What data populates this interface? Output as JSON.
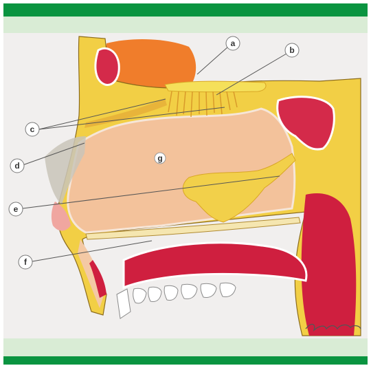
{
  "labels": {
    "a": "a",
    "b": "b",
    "c": "c",
    "d": "d",
    "e": "e",
    "f": "f",
    "g": "g"
  },
  "signature": "Juan Pérez",
  "colors": {
    "band_green": "#0a9440",
    "band_pale": "#d9ecd5",
    "paper": "#f2f0ef",
    "bone": "#f2cf45",
    "bone_dark": "#d9a624",
    "sinus": "#d42a4a",
    "cavity": "#f3c59f",
    "brain": "#f07d2b",
    "mouth": "#cf1f3f"
  }
}
